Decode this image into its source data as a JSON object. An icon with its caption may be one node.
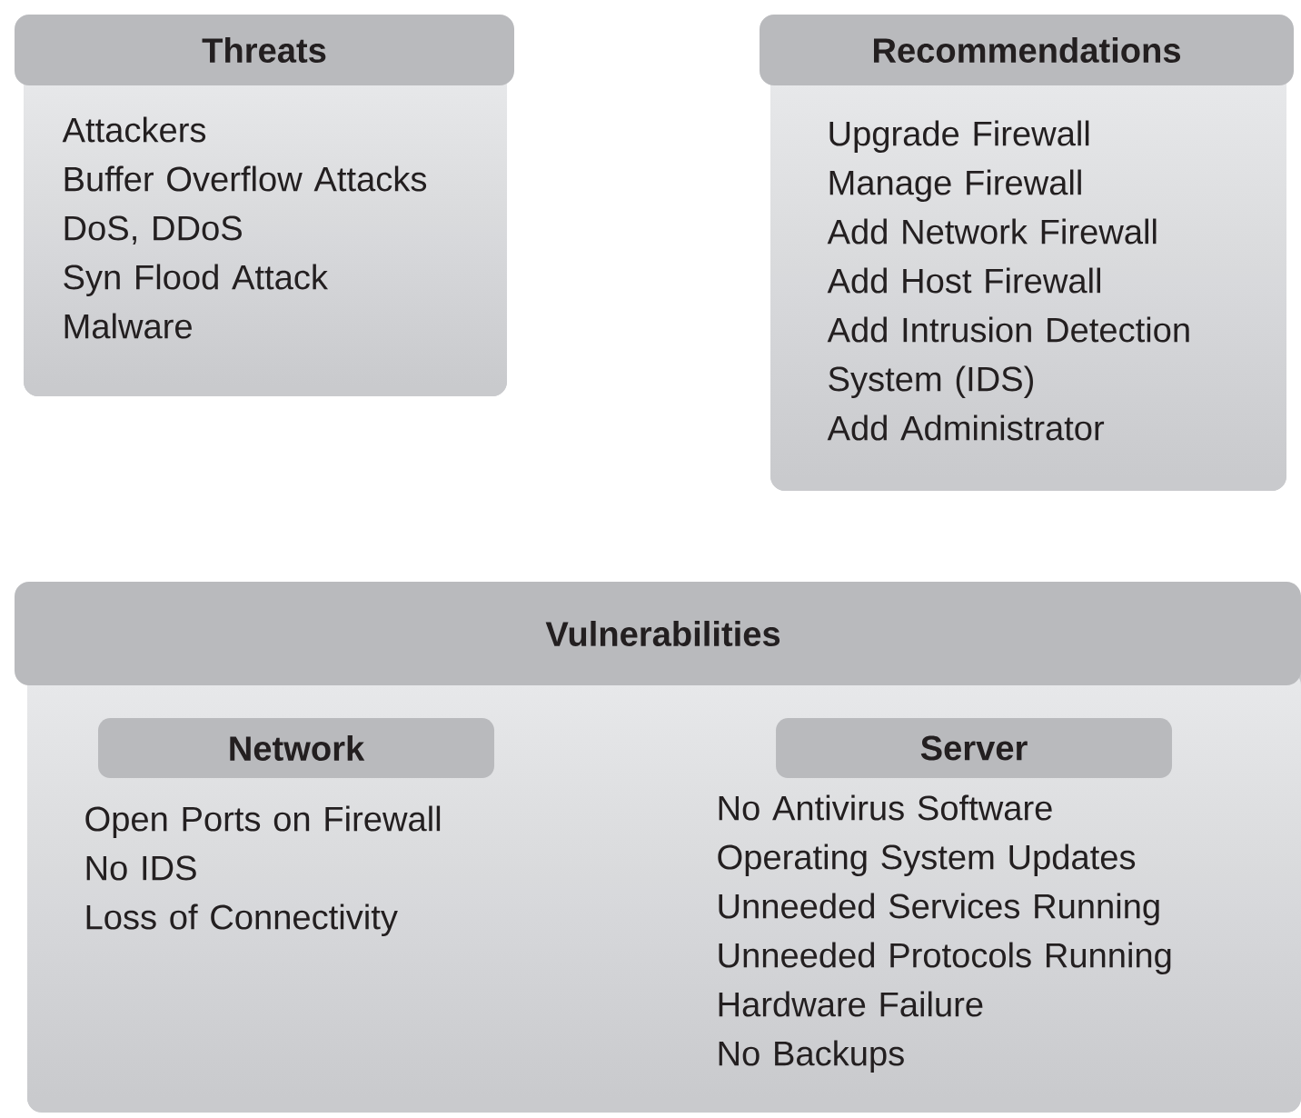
{
  "diagram": {
    "nodes": [
      {
        "text": [
          "Threats",
          "Attackers",
          "Buffer Overflow Attacks",
          "DoS, DDoS",
          "Syn Flood Attack",
          "Malware"
        ]
      },
      {
        "text": [
          "Recommendations",
          "Upgrade Firewall",
          "Manage Firewall",
          "Add Network Firewall",
          "Add Host Firewall",
          "Add Intrusion Detection System (IDS)",
          "Add Administrator"
        ]
      },
      {
        "text": [
          "Vulnerabilities"
        ]
      },
      {
        "text": [
          "Network"
        ],
        "in": 2,
        "beside": [
          "Open Ports on Firewall",
          "No IDS",
          "Loss of Connectivity"
        ]
      },
      {
        "text": [
          "Server"
        ],
        "in": 2,
        "beside": [
          "No Antivirus Software",
          "Operating System Updates",
          "Unneeded Services Running",
          "Unneeded Protocols Running",
          "Hardware Failure",
          "No Backups"
        ]
      }
    ]
  }
}
